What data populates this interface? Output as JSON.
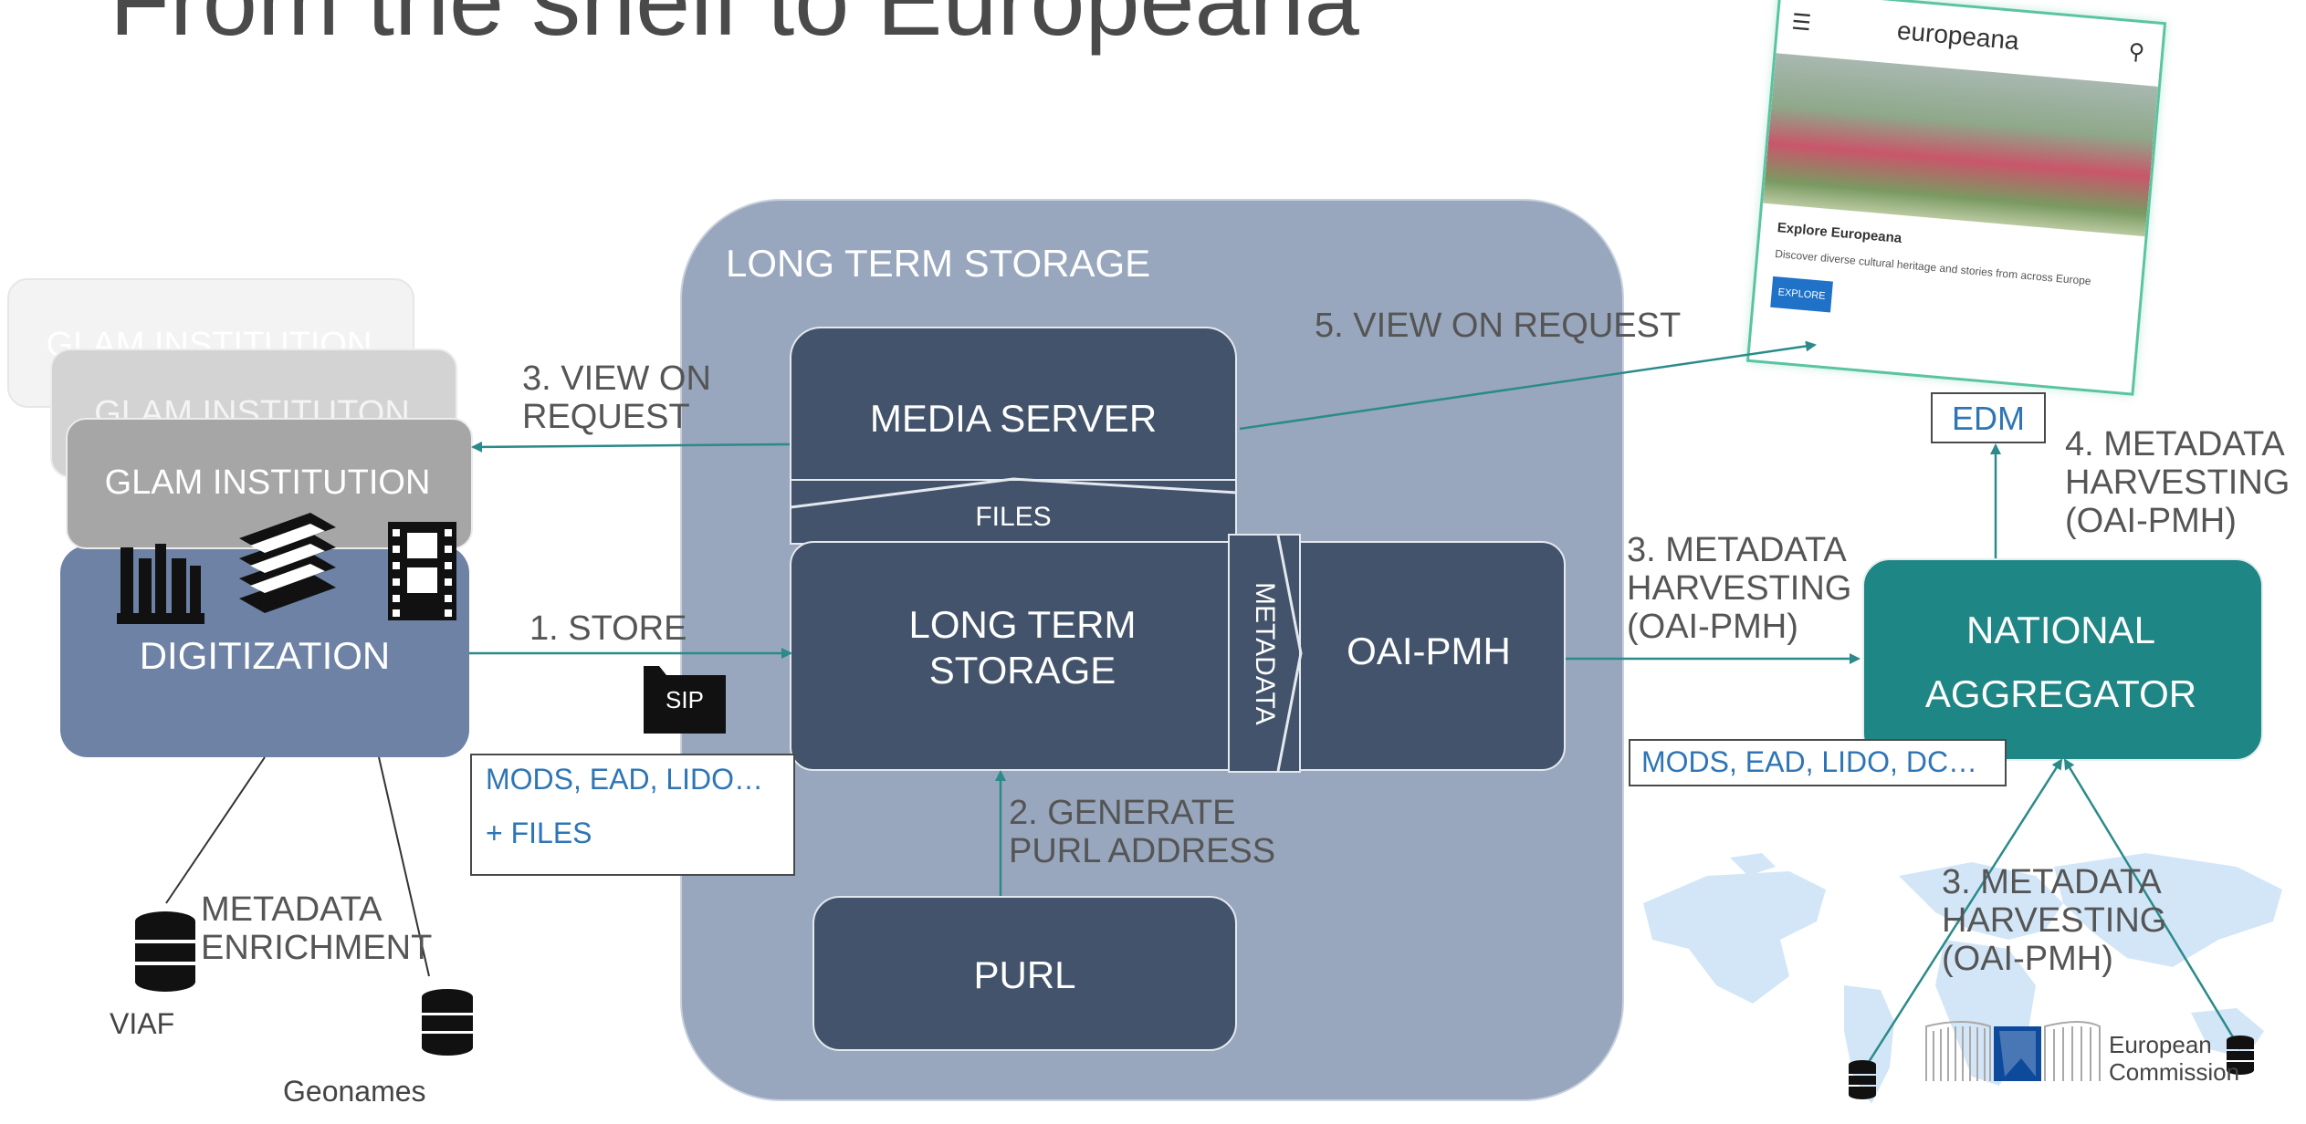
{
  "title": "From the shelf to Europeana",
  "lts": {
    "container_label": "LONG TERM STORAGE",
    "media_server": "MEDIA SERVER",
    "files": "FILES",
    "long_term_storage": "LONG TERM STORAGE",
    "metadata": "METADATA",
    "oai_pmh": "OAI-PMH",
    "purl": "PURL"
  },
  "glam": {
    "back": "GLAM INSTITUTION",
    "middle": "GLAM INSTITUTON",
    "front": "GLAM INSTITUTION"
  },
  "digitization": "DIGITIZATION",
  "national_aggregator": "NATIONAL AGGREGATOR",
  "edges": {
    "store": "1. STORE",
    "generate_purl": "2. GENERATE PURL ADDRESS",
    "view_on_request_3": "3. VIEW ON REQUEST",
    "metadata_harvesting_3": "3. METADATA HARVESTING (OAI-PMH)",
    "metadata_harvesting_3b": "3. METADATA HARVESTING (OAI-PMH)",
    "metadata_harvesting_4": "4. METADATA HARVESTING (OAI-PMH)",
    "view_on_request_5": "5. VIEW ON REQUEST"
  },
  "sip": "SIP",
  "formats_left": {
    "line1": "MODS, EAD, LIDO…",
    "line2": "+ FILES"
  },
  "formats_right": "MODS, EAD, LIDO, DC…",
  "edm": "EDM",
  "enrichment": {
    "label": "METADATA ENRICHMENT",
    "viaf": "VIAF",
    "geonames": "Geonames"
  },
  "europeana_screenshot": {
    "logo": "europeana",
    "heading": "Explore Europeana",
    "text": "Discover diverse cultural heritage and stories from across Europe",
    "button": "EXPLORE"
  },
  "european_commission": "European Commission",
  "colors": {
    "arrow": "#2b8a8a",
    "dark_box": "#43536b",
    "lts_container": "#98a7bd",
    "digitization": "#6d82a5",
    "aggregator": "#1e8685",
    "format_text": "#2e75b6"
  }
}
